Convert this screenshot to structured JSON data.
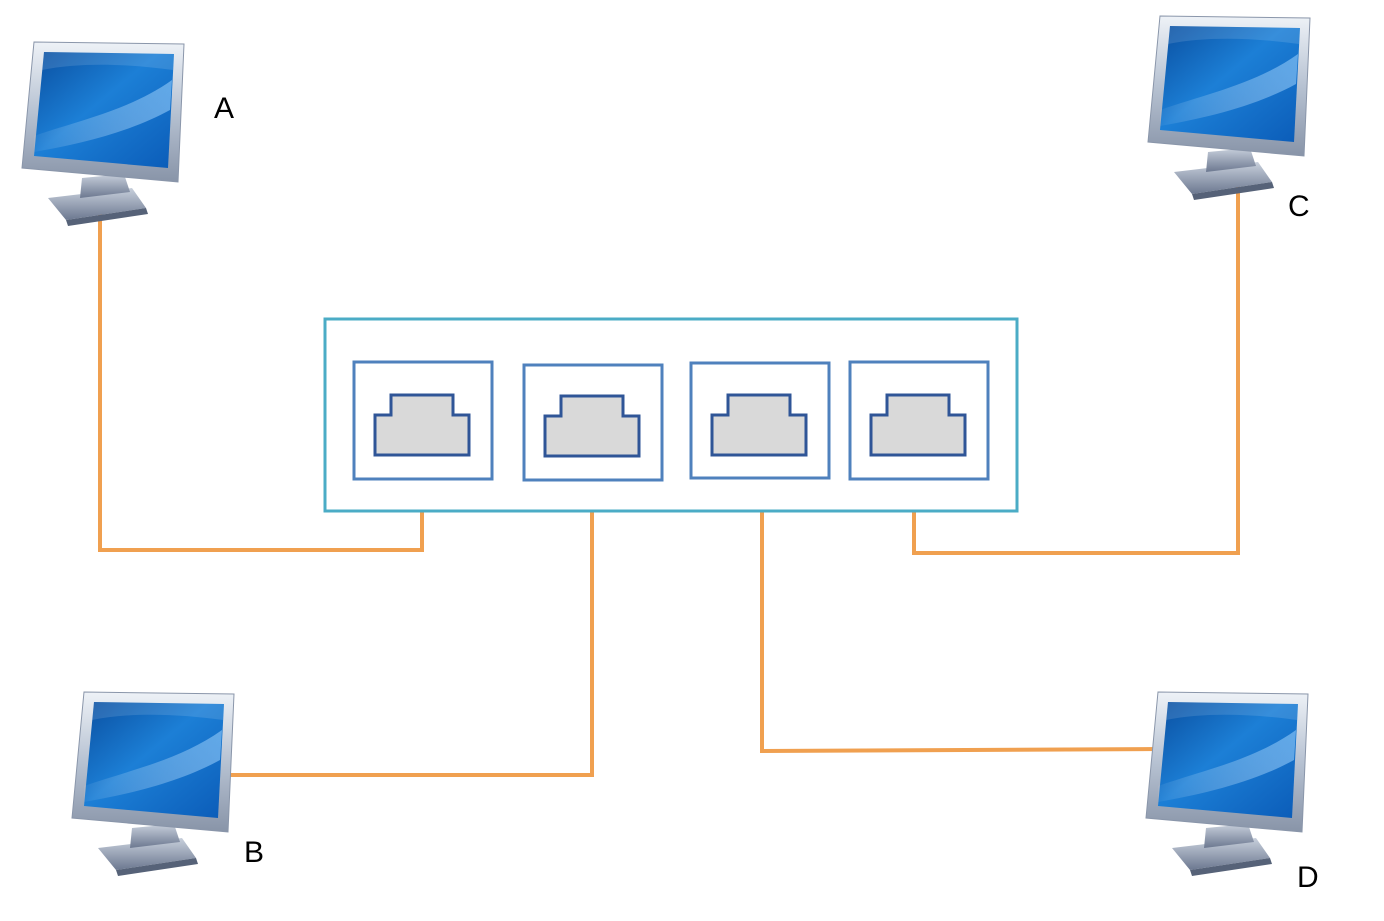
{
  "nodes": [
    {
      "id": "A",
      "label": "A",
      "kind": "computer-monitor"
    },
    {
      "id": "B",
      "label": "B",
      "kind": "computer-monitor"
    },
    {
      "id": "C",
      "label": "C",
      "kind": "computer-monitor"
    },
    {
      "id": "D",
      "label": "D",
      "kind": "computer-monitor"
    }
  ],
  "switch": {
    "kind": "network-switch",
    "ports": [
      {
        "index": 1,
        "connected_to": "A"
      },
      {
        "index": 2,
        "connected_to": "B"
      },
      {
        "index": 3,
        "connected_to": "D"
      },
      {
        "index": 4,
        "connected_to": "C"
      }
    ]
  },
  "colors": {
    "cable": "#F0A050",
    "switch_border": "#4BACC6",
    "port_border": "#4F81BD",
    "jack_border": "#2F5597",
    "jack_fill": "#D9D9D9",
    "screen": "#1C75C8",
    "bezel": "#B8C4D4"
  },
  "icons": {
    "computer": "monitor-icon",
    "port": "ethernet-port-icon"
  }
}
